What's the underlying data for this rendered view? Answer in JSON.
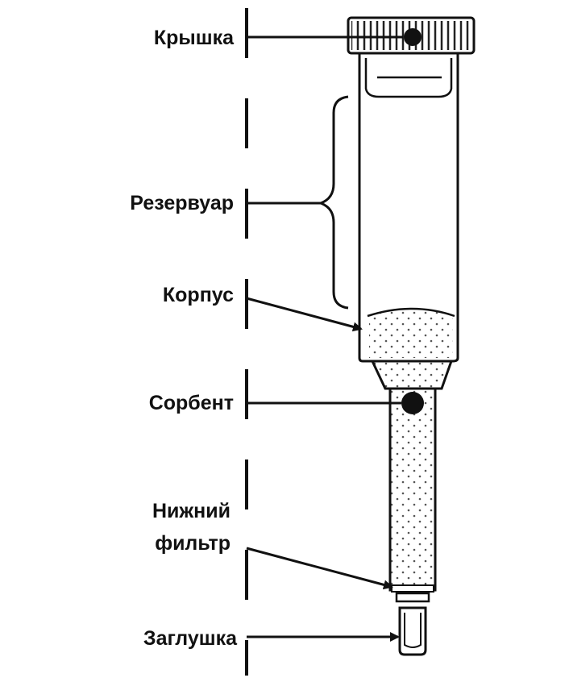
{
  "labels": {
    "cap": "Крышка",
    "reservoir": "Резервуар",
    "body": "Корпус",
    "sorbent": "Сорбент",
    "lower_filter_line1": "Нижний",
    "lower_filter_line2": "фильтр",
    "plug": "Заглушка"
  },
  "colors": {
    "ink": "#111111",
    "background": "#ffffff",
    "sorbent_dots": "#555555"
  }
}
